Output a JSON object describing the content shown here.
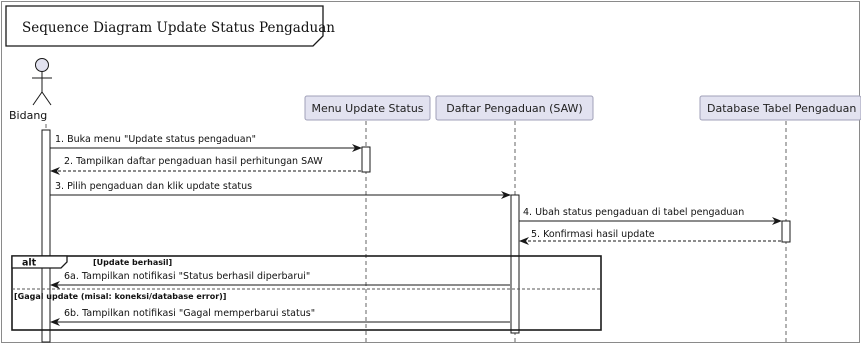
{
  "frame": {
    "title": "Sequence Diagram Update Status Pengaduan"
  },
  "actor": {
    "name": "Bidang"
  },
  "participants": [
    {
      "label": "Menu Update Status"
    },
    {
      "label": "Daftar Pengaduan (SAW)"
    },
    {
      "label": "Database Tabel Pengaduan"
    }
  ],
  "messages": [
    {
      "text": "1. Buka menu \"Update status pengaduan\""
    },
    {
      "text": "2. Tampilkan daftar pengaduan hasil perhitungan SAW"
    },
    {
      "text": "3. Pilih pengaduan dan klik update status"
    },
    {
      "text": "4. Ubah status pengaduan di tabel pengaduan"
    },
    {
      "text": "5. Konfirmasi hasil update"
    },
    {
      "text": "6a. Tampilkan notifikasi \"Status berhasil diperbarui\""
    },
    {
      "text": "6b. Tampilkan notifikasi \"Gagal memperbarui status\""
    }
  ],
  "alt_fragment": {
    "keyword": "alt",
    "guard_1": "[Update berhasil]",
    "guard_2": "[Gagal update (misal: koneksi/database error)]"
  },
  "colors": {
    "participant_fill": "#e2e2f0",
    "participant_border": "#181818",
    "lifeline": "#555555",
    "actor_fill": "#e2e2f0",
    "line": "#181818",
    "frame_border": "#1a1a1a"
  }
}
